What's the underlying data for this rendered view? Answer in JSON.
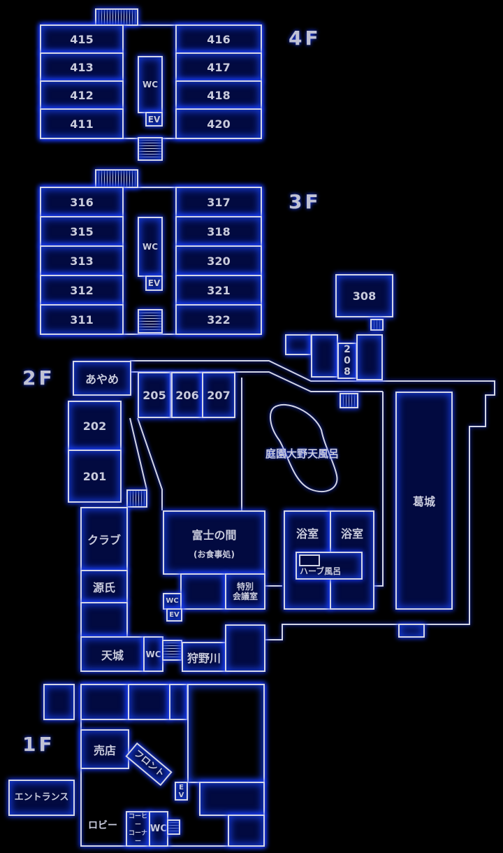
{
  "floors": {
    "f4": {
      "label": "4F",
      "left_rooms": [
        "415",
        "413",
        "412",
        "411"
      ],
      "right_rooms": [
        "416",
        "417",
        "418",
        "420"
      ],
      "wc": "WC",
      "ev": "EV"
    },
    "f3": {
      "label": "3F",
      "left_rooms": [
        "316",
        "315",
        "313",
        "312",
        "311"
      ],
      "right_rooms": [
        "317",
        "318",
        "320",
        "321",
        "322"
      ],
      "wc": "WC",
      "ev": "EV",
      "room_308": "308"
    },
    "f2": {
      "label": "2F",
      "ayame": "あやめ",
      "rooms_top": [
        "205",
        "206",
        "207"
      ],
      "room_208": "208",
      "rooms_left": [
        "202",
        "201"
      ],
      "garden_bath": "庭園大野天風呂",
      "katsuragi": "葛城",
      "club": "クラブ",
      "genji": "源氏",
      "amagi": "天城",
      "fuji": "富士の間",
      "fuji_sub": "(お食事処)",
      "bath_1": "浴室",
      "bath_2": "浴室",
      "herb_bath": "ハーブ風呂",
      "special_meeting_1": "特別",
      "special_meeting_2": "会議室",
      "wc": "WC",
      "ev": "EV",
      "wc2": "WC",
      "kanogawa": "狩野川"
    },
    "f1": {
      "label": "1F",
      "shop": "売店",
      "front": "フロント",
      "entrance": "エントランス",
      "lobby": "ロビー",
      "coffee_1": "コーヒー",
      "coffee_2": "コーナー",
      "wc": "WC",
      "ev_1": "E",
      "ev_2": "V"
    }
  },
  "colors": {
    "line": "#d4d6e6",
    "glow": "#1a3cff",
    "fill": "#1436c8",
    "background": "#000000"
  }
}
